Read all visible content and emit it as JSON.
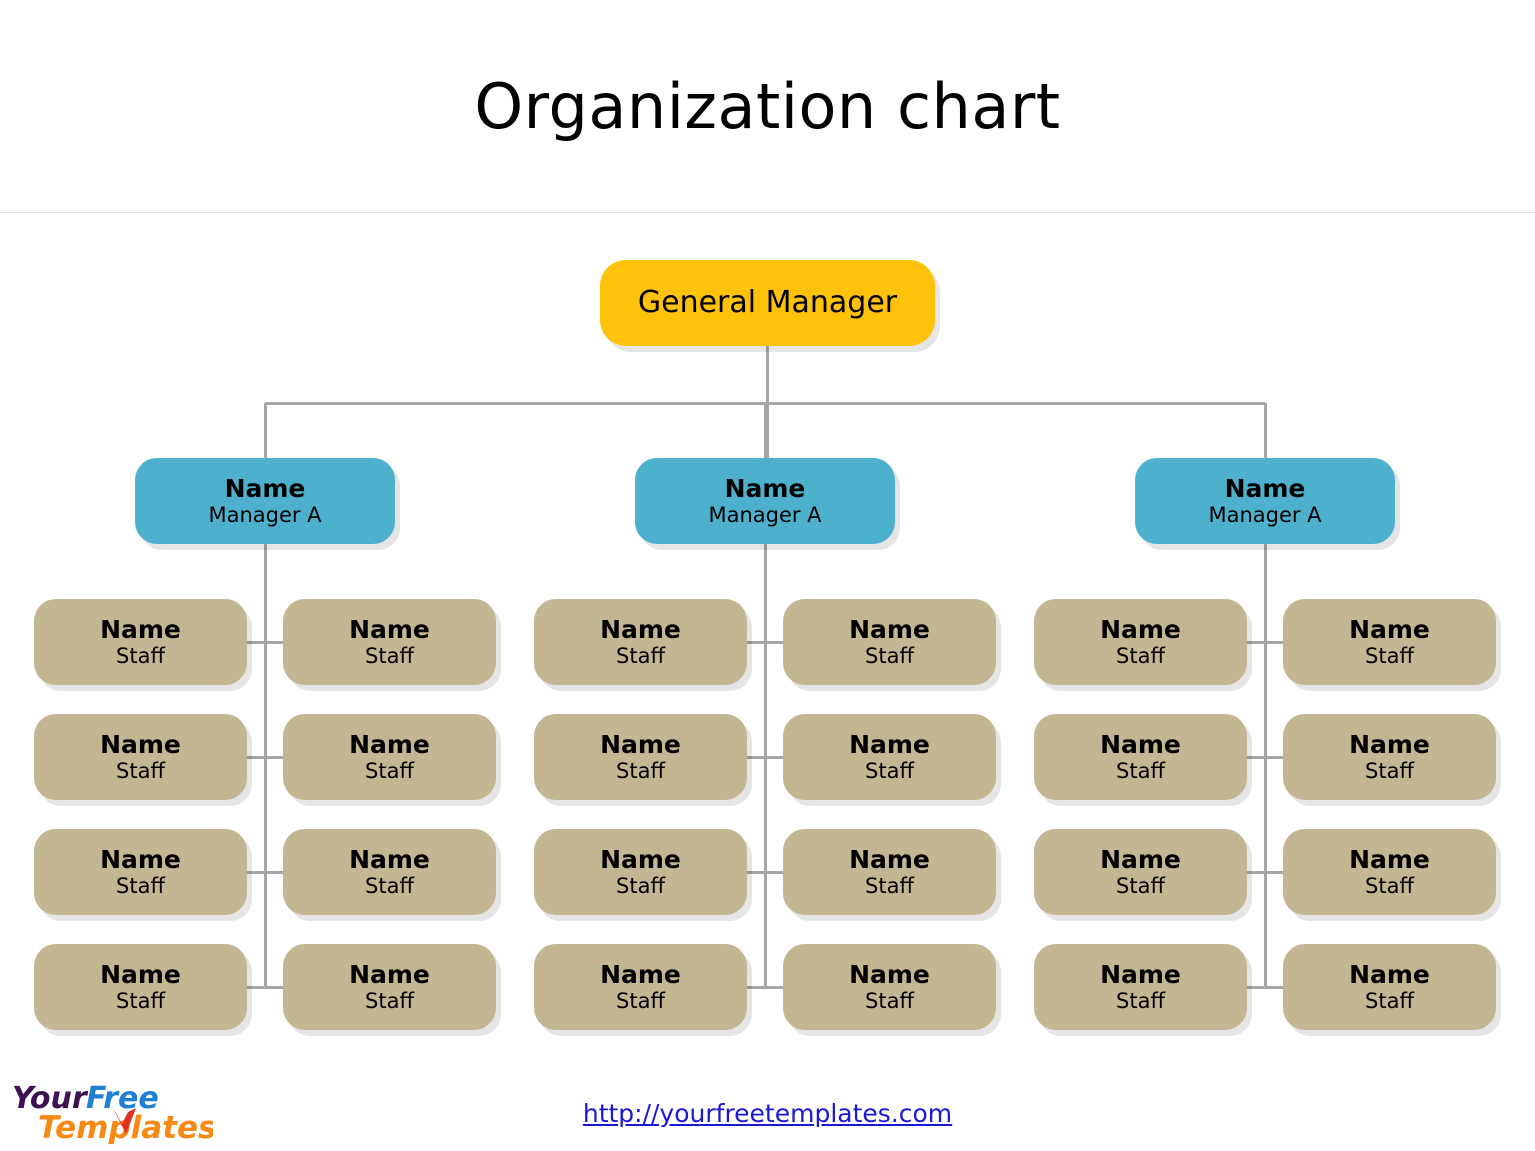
{
  "slide": {
    "title": "Organization chart",
    "footer_url": "http://yourfreetemplates.com",
    "logo": {
      "word1": "Your",
      "word2": "Free",
      "word3": "Templates",
      "color_word1": "#3d1152",
      "color_word2": "#1f7fd4",
      "color_word3": "#f68a15",
      "color_accent": "#e03020"
    }
  },
  "colors": {
    "general_manager": "#ffc20a",
    "manager": "#4db0cc",
    "staff": "#c2b693",
    "connector": "#a6a6a6",
    "text": "#000000",
    "link": "#1a17d6",
    "background": "#ffffff"
  },
  "chart_data": {
    "type": "orgchart",
    "title": "Organization chart",
    "levels": 3,
    "root": {
      "label": "General Manager",
      "role": "",
      "color": "#ffc20a"
    },
    "branches": [
      {
        "id": "branch-1",
        "manager": {
          "name": "Name",
          "role": "Manager A",
          "color": "#4db0cc"
        },
        "staff_rows": [
          [
            {
              "name": "Name",
              "role": "Staff"
            },
            {
              "name": "Name",
              "role": "Staff"
            }
          ],
          [
            {
              "name": "Name",
              "role": "Staff"
            },
            {
              "name": "Name",
              "role": "Staff"
            }
          ],
          [
            {
              "name": "Name",
              "role": "Staff"
            },
            {
              "name": "Name",
              "role": "Staff"
            }
          ],
          [
            {
              "name": "Name",
              "role": "Staff"
            },
            {
              "name": "Name",
              "role": "Staff"
            }
          ]
        ]
      },
      {
        "id": "branch-2",
        "manager": {
          "name": "Name",
          "role": "Manager A",
          "color": "#4db0cc"
        },
        "staff_rows": [
          [
            {
              "name": "Name",
              "role": "Staff"
            },
            {
              "name": "Name",
              "role": "Staff"
            }
          ],
          [
            {
              "name": "Name",
              "role": "Staff"
            },
            {
              "name": "Name",
              "role": "Staff"
            }
          ],
          [
            {
              "name": "Name",
              "role": "Staff"
            },
            {
              "name": "Name",
              "role": "Staff"
            }
          ],
          [
            {
              "name": "Name",
              "role": "Staff"
            },
            {
              "name": "Name",
              "role": "Staff"
            }
          ]
        ]
      },
      {
        "id": "branch-3",
        "manager": {
          "name": "Name",
          "role": "Manager A",
          "color": "#4db0cc"
        },
        "staff_rows": [
          [
            {
              "name": "Name",
              "role": "Staff"
            },
            {
              "name": "Name",
              "role": "Staff"
            }
          ],
          [
            {
              "name": "Name",
              "role": "Staff"
            },
            {
              "name": "Name",
              "role": "Staff"
            }
          ],
          [
            {
              "name": "Name",
              "role": "Staff"
            },
            {
              "name": "Name",
              "role": "Staff"
            }
          ],
          [
            {
              "name": "Name",
              "role": "Staff"
            },
            {
              "name": "Name",
              "role": "Staff"
            }
          ]
        ]
      }
    ],
    "total_nodes": 28,
    "staff_per_branch": 8
  }
}
